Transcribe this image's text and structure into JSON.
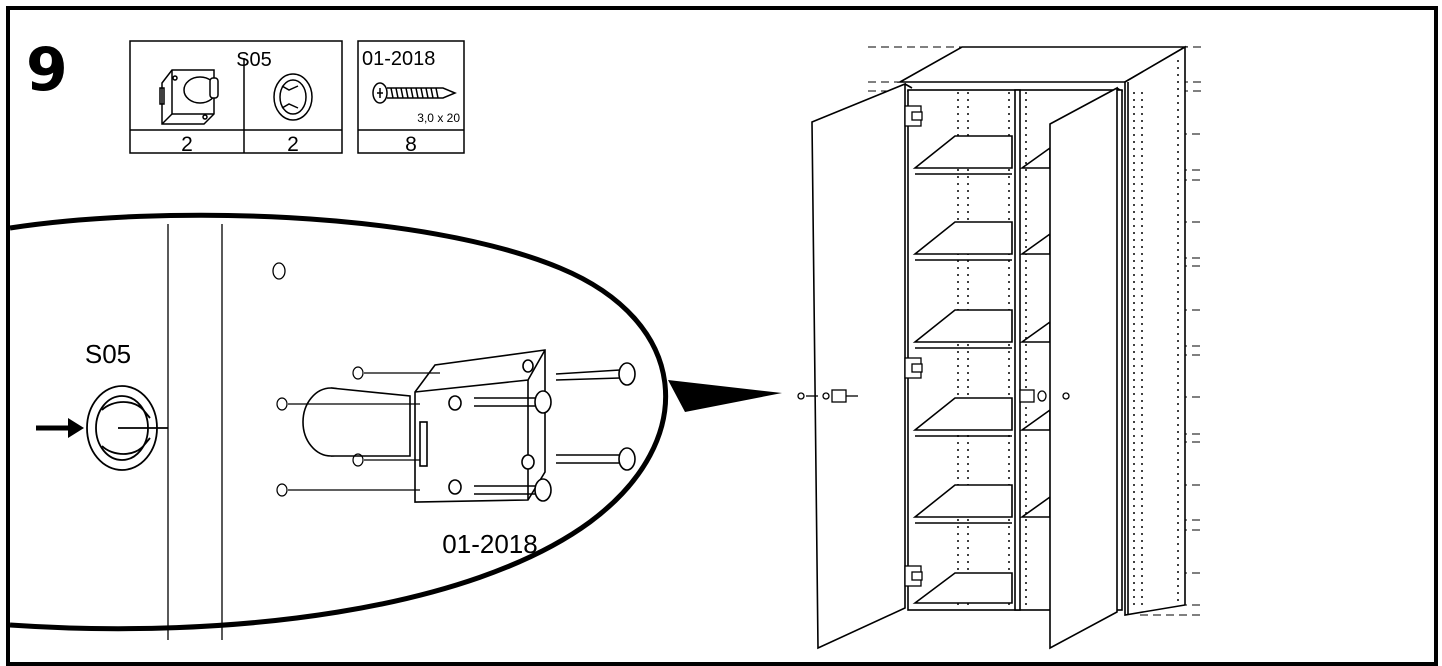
{
  "step_number": "9",
  "parts_table_1": {
    "part_code": "S05",
    "quantities": [
      "2",
      "2"
    ]
  },
  "parts_table_2": {
    "part_code": "01-2018",
    "screw_size": "3,0 x 20",
    "quantity": "8"
  },
  "detail_view": {
    "left_label": "S05",
    "bottom_label": "01-2018"
  }
}
